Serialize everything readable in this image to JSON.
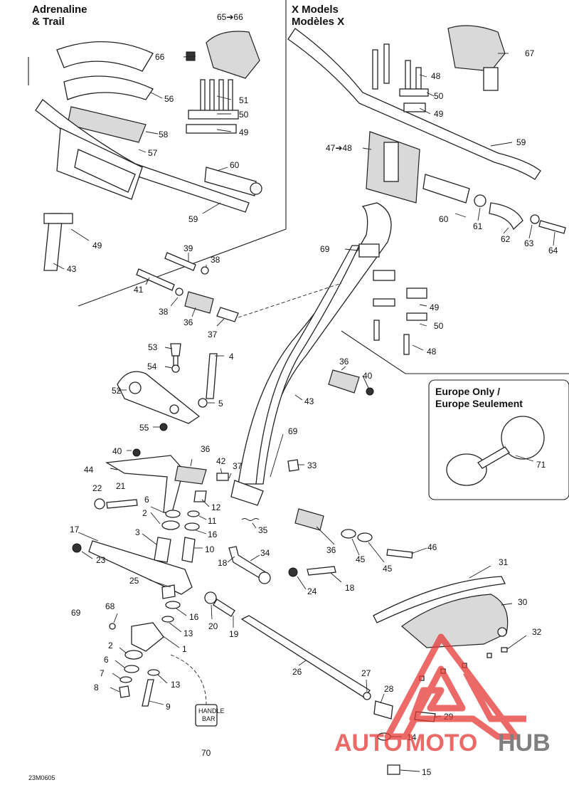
{
  "sections": {
    "adrenaline_line1": "Adrenaline",
    "adrenaline_line2": "& Trail",
    "x_models_line1": "X Models",
    "x_models_line2": "Modèles X",
    "europe_line1": "Europe Only /",
    "europe_line2": "Europe Seulement"
  },
  "labels": {
    "p65_66": "65➔66",
    "p66": "66",
    "p56": "56",
    "p51": "51",
    "p50a": "50",
    "p49a": "49",
    "p58": "58",
    "p57": "57",
    "p60a": "60",
    "p59a": "59",
    "p49b": "49",
    "p43a": "43",
    "p67": "67",
    "p48a": "48",
    "p50b": "50",
    "p49c": "49",
    "p47_48": "47➔48",
    "p59b": "59",
    "p60b": "60",
    "p61": "61",
    "p62": "62",
    "p63": "63",
    "p64": "64",
    "p69a": "69",
    "p39": "39",
    "p38a": "38",
    "p41": "41",
    "p38b": "38",
    "p36a": "36",
    "p37a": "37",
    "p49d": "49",
    "p50c": "50",
    "p48b": "48",
    "p53": "53",
    "p4": "4",
    "p54": "54",
    "p36b": "36",
    "p40a": "40",
    "p52": "52",
    "p5": "5",
    "p43b": "43",
    "p55": "55",
    "p69b": "69",
    "p40b": "40",
    "p36c": "36",
    "p42": "42",
    "p33": "33",
    "p44": "44",
    "p37b": "37",
    "p22": "22",
    "p21": "21",
    "p6a": "6",
    "p12": "12",
    "p2a": "2",
    "p11": "11",
    "p35": "35",
    "p17": "17",
    "p3": "3",
    "p16a": "16",
    "p10": "10",
    "p18a": "18",
    "p23": "23",
    "p34": "34",
    "p36d": "36",
    "p45a": "45",
    "p45b": "45",
    "p46": "46",
    "p25": "25",
    "p24": "24",
    "p18b": "18",
    "p31": "31",
    "p69c": "69",
    "p68": "68",
    "p16b": "16",
    "p30": "30",
    "p20": "20",
    "p19": "19",
    "p13a": "13",
    "p32": "32",
    "p2b": "2",
    "p1": "1",
    "p6b": "6",
    "p26": "26",
    "p7": "7",
    "p27": "27",
    "p13b": "13",
    "p8": "8",
    "p28": "28",
    "p9": "9",
    "p29": "29",
    "p70": "70",
    "p71": "71",
    "p14": "14",
    "p15": "15"
  },
  "part70_tag_line1": "HANDLE",
  "part70_tag_line2": "BAR",
  "figure_code": "23M0605",
  "watermark": {
    "word_auto": "AUTO",
    "word_moto": "MOTO",
    "word_hub": "HUB",
    "color_red": "#e53935",
    "color_gray": "#555555"
  }
}
